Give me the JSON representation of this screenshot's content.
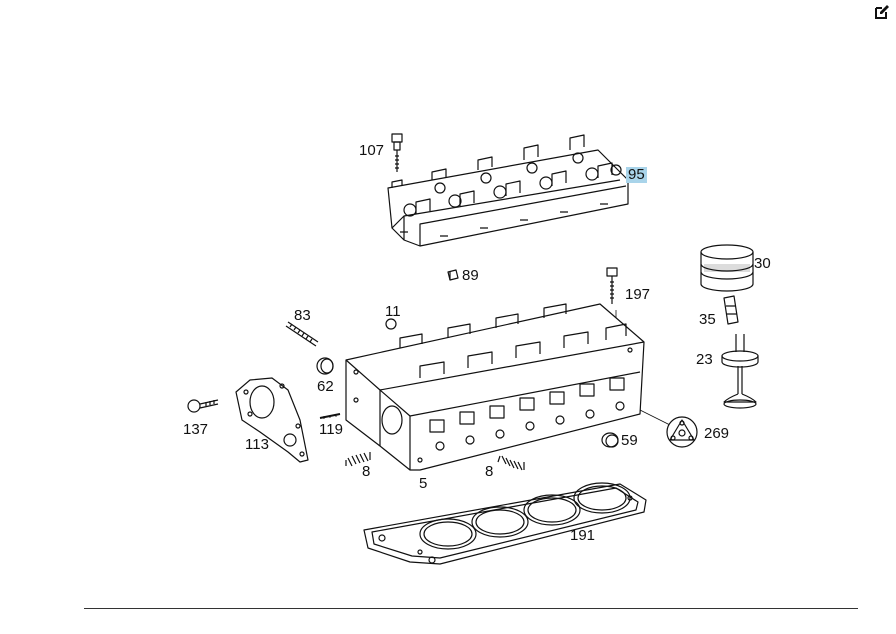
{
  "toolbar": {
    "edit_icon": "edit-icon"
  },
  "callouts": [
    {
      "id": "107",
      "text": "107",
      "highlight": false
    },
    {
      "id": "95",
      "text": "95",
      "highlight": true,
      "highlight_color": "#a9d4ea"
    },
    {
      "id": "89",
      "text": "89",
      "highlight": false
    },
    {
      "id": "197",
      "text": "197",
      "highlight": false
    },
    {
      "id": "30",
      "text": "30",
      "highlight": false
    },
    {
      "id": "83",
      "text": "83",
      "highlight": false
    },
    {
      "id": "11",
      "text": "11",
      "highlight": false
    },
    {
      "id": "35",
      "text": "35",
      "highlight": false
    },
    {
      "id": "23",
      "text": "23",
      "highlight": false
    },
    {
      "id": "62",
      "text": "62",
      "highlight": false
    },
    {
      "id": "137",
      "text": "137",
      "highlight": false
    },
    {
      "id": "113",
      "text": "113",
      "highlight": false
    },
    {
      "id": "119",
      "text": "119",
      "highlight": false
    },
    {
      "id": "269",
      "text": "269",
      "highlight": false
    },
    {
      "id": "59",
      "text": "59",
      "highlight": false
    },
    {
      "id": "8a",
      "text": "8",
      "highlight": false
    },
    {
      "id": "8b",
      "text": "8",
      "highlight": false
    },
    {
      "id": "5",
      "text": "5",
      "highlight": false
    },
    {
      "id": "191",
      "text": "191",
      "highlight": false
    }
  ]
}
